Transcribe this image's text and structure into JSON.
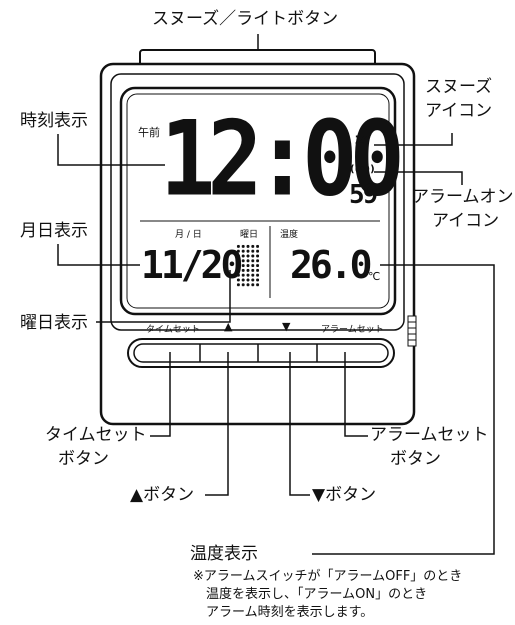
{
  "labels": {
    "snooze_light": "スヌーズ／ライトボタン",
    "snooze_icon_1": "スヌーズ",
    "snooze_icon_2": "アイコン",
    "alarm_on_icon_1": "アラームオン",
    "alarm_on_icon_2": "アイコン",
    "time_display": "時刻表示",
    "date_display": "月日表示",
    "weekday_display": "曜日表示",
    "time_set_btn_1": "タイムセット",
    "time_set_btn_2": "ボタン",
    "up_btn": "▲ボタン",
    "down_btn": "▼ボタン",
    "alarm_set_btn_1": "アラームセット",
    "alarm_set_btn_2": "ボタン",
    "temp_display": "温度表示"
  },
  "note": [
    "※アラームスイッチが「アラームOFF」のとき",
    "温度を表示し、「アラームON」のとき",
    "アラーム時刻を表示します。"
  ],
  "lcd": {
    "am_pm": "午前",
    "time": "12:00",
    "seconds": "59",
    "snooze_mark": "zᶻ",
    "alarm_mark": "((•))",
    "month_day_caption": "月 / 日",
    "weekday_caption": "曜日",
    "temp_caption": "温度",
    "date": "11/20",
    "temperature": "26.0",
    "temp_unit": "℃"
  },
  "buttons": {
    "time_set": "タイムセット",
    "up": "▲",
    "down": "▼",
    "alarm_set": "アラームセット"
  }
}
